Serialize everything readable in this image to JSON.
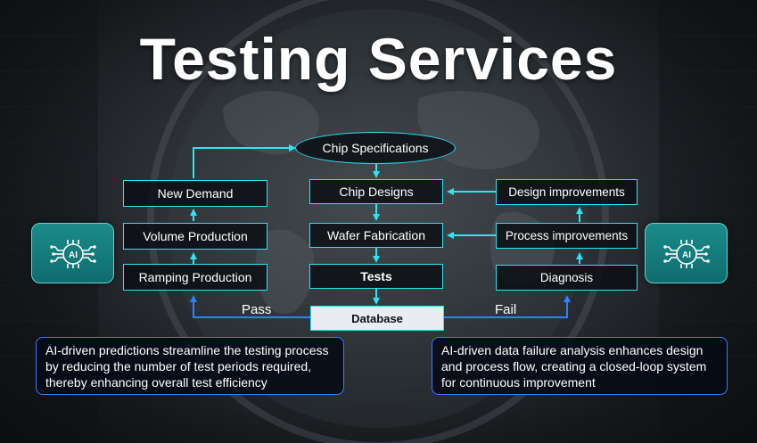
{
  "title": "Testing Services",
  "colors": {
    "accent": "#29e6f2",
    "callout_border": "#2f80ff",
    "ai_tile": "#1b8b8a"
  },
  "nodes": {
    "chip_specifications": "Chip Specifications",
    "chip_designs": "Chip Designs",
    "wafer_fabrication": "Wafer Fabrication",
    "tests": "Tests",
    "database": "Database",
    "new_demand": "New Demand",
    "volume_production": "Volume Production",
    "ramping_production": "Ramping Production",
    "design_improvements": "Design improvements",
    "process_improvements": "Process improvements",
    "diagnosis": "Diagnosis"
  },
  "edges": {
    "pass": "Pass",
    "fail": "Fail"
  },
  "ai_badge": {
    "label": "AI",
    "icon": "ai-chip-icon"
  },
  "callouts": {
    "left": "AI-driven predictions streamline the testing process by reducing the number of test periods required, thereby enhancing overall test efficiency",
    "right": "AI-driven data failure analysis enhances design and process flow, creating a closed-loop system for continuous improvement"
  }
}
